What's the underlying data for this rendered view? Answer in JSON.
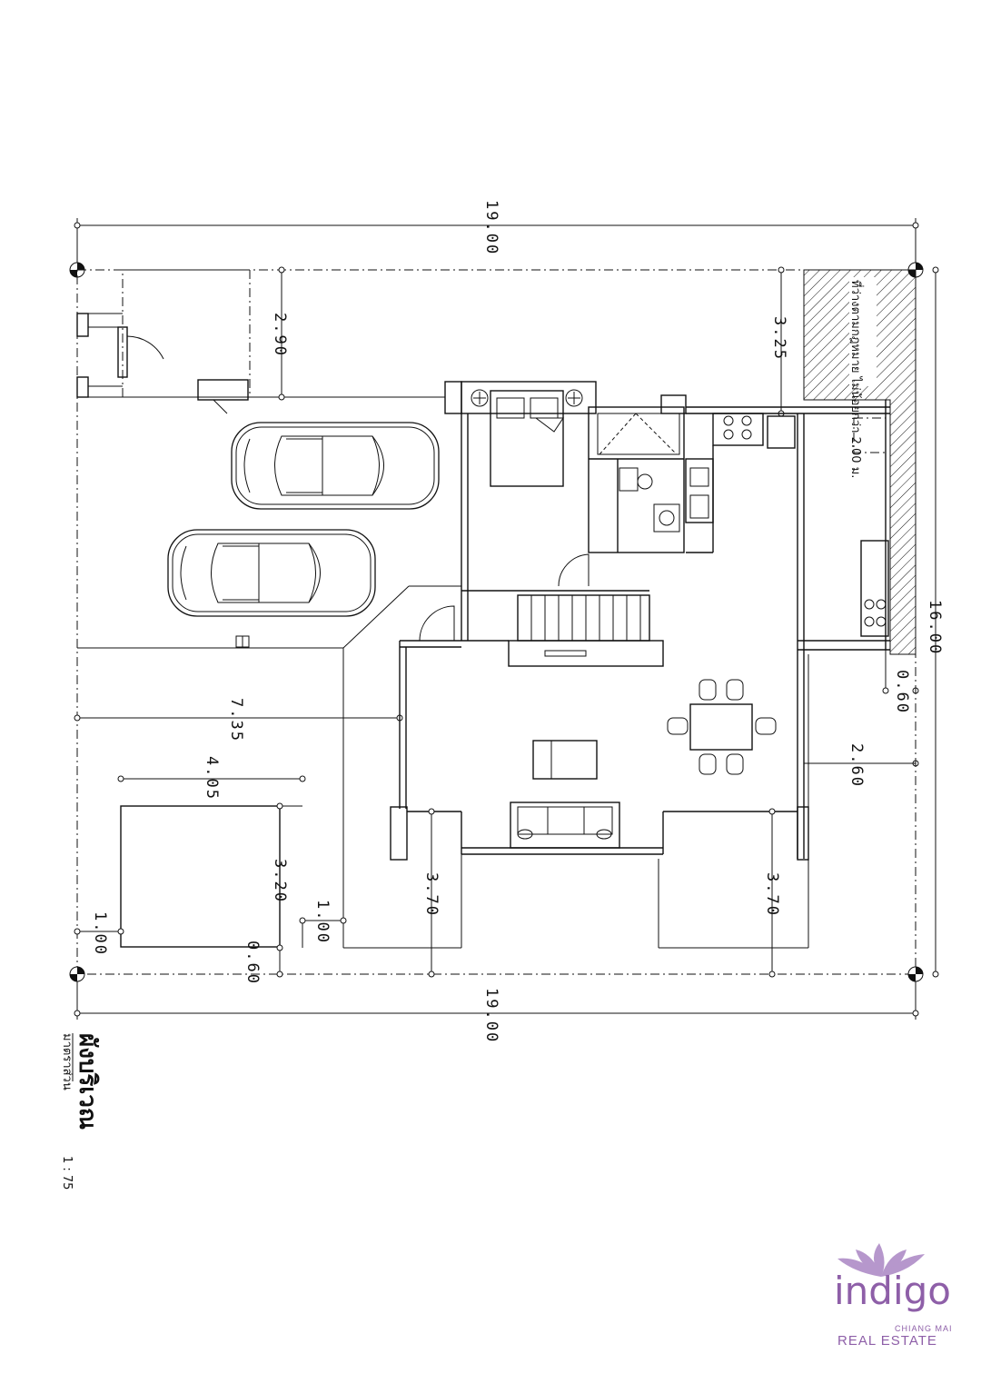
{
  "dimensions": {
    "top_width": "19.00",
    "bottom_width": "19.00",
    "right_height": "16.00",
    "setback_top_left": "2.90",
    "setback_top_right": "3.25",
    "garage_depth": "7.35",
    "pad_width": "4.05",
    "pad_depth": "3.20",
    "left_1": "1.00",
    "left_2": "1.00",
    "left_3": "0.60",
    "right_small": "0.60",
    "right_2": "2.60",
    "bottom_left_setback": "3.70",
    "bottom_right_setback": "3.70"
  },
  "labels": {
    "title": "ผังบริเวณ",
    "subtitle": "มาตราส่วน",
    "scale": "1 : 75",
    "hatch_note": "ที่ว่างตามกฎหมาย ไม่น้อยกว่า 2.00 ม."
  },
  "logo": {
    "word": "indigo",
    "city": "CHIANG MAI",
    "tagline": "REAL ESTATE",
    "color": "#8e5fa8"
  }
}
